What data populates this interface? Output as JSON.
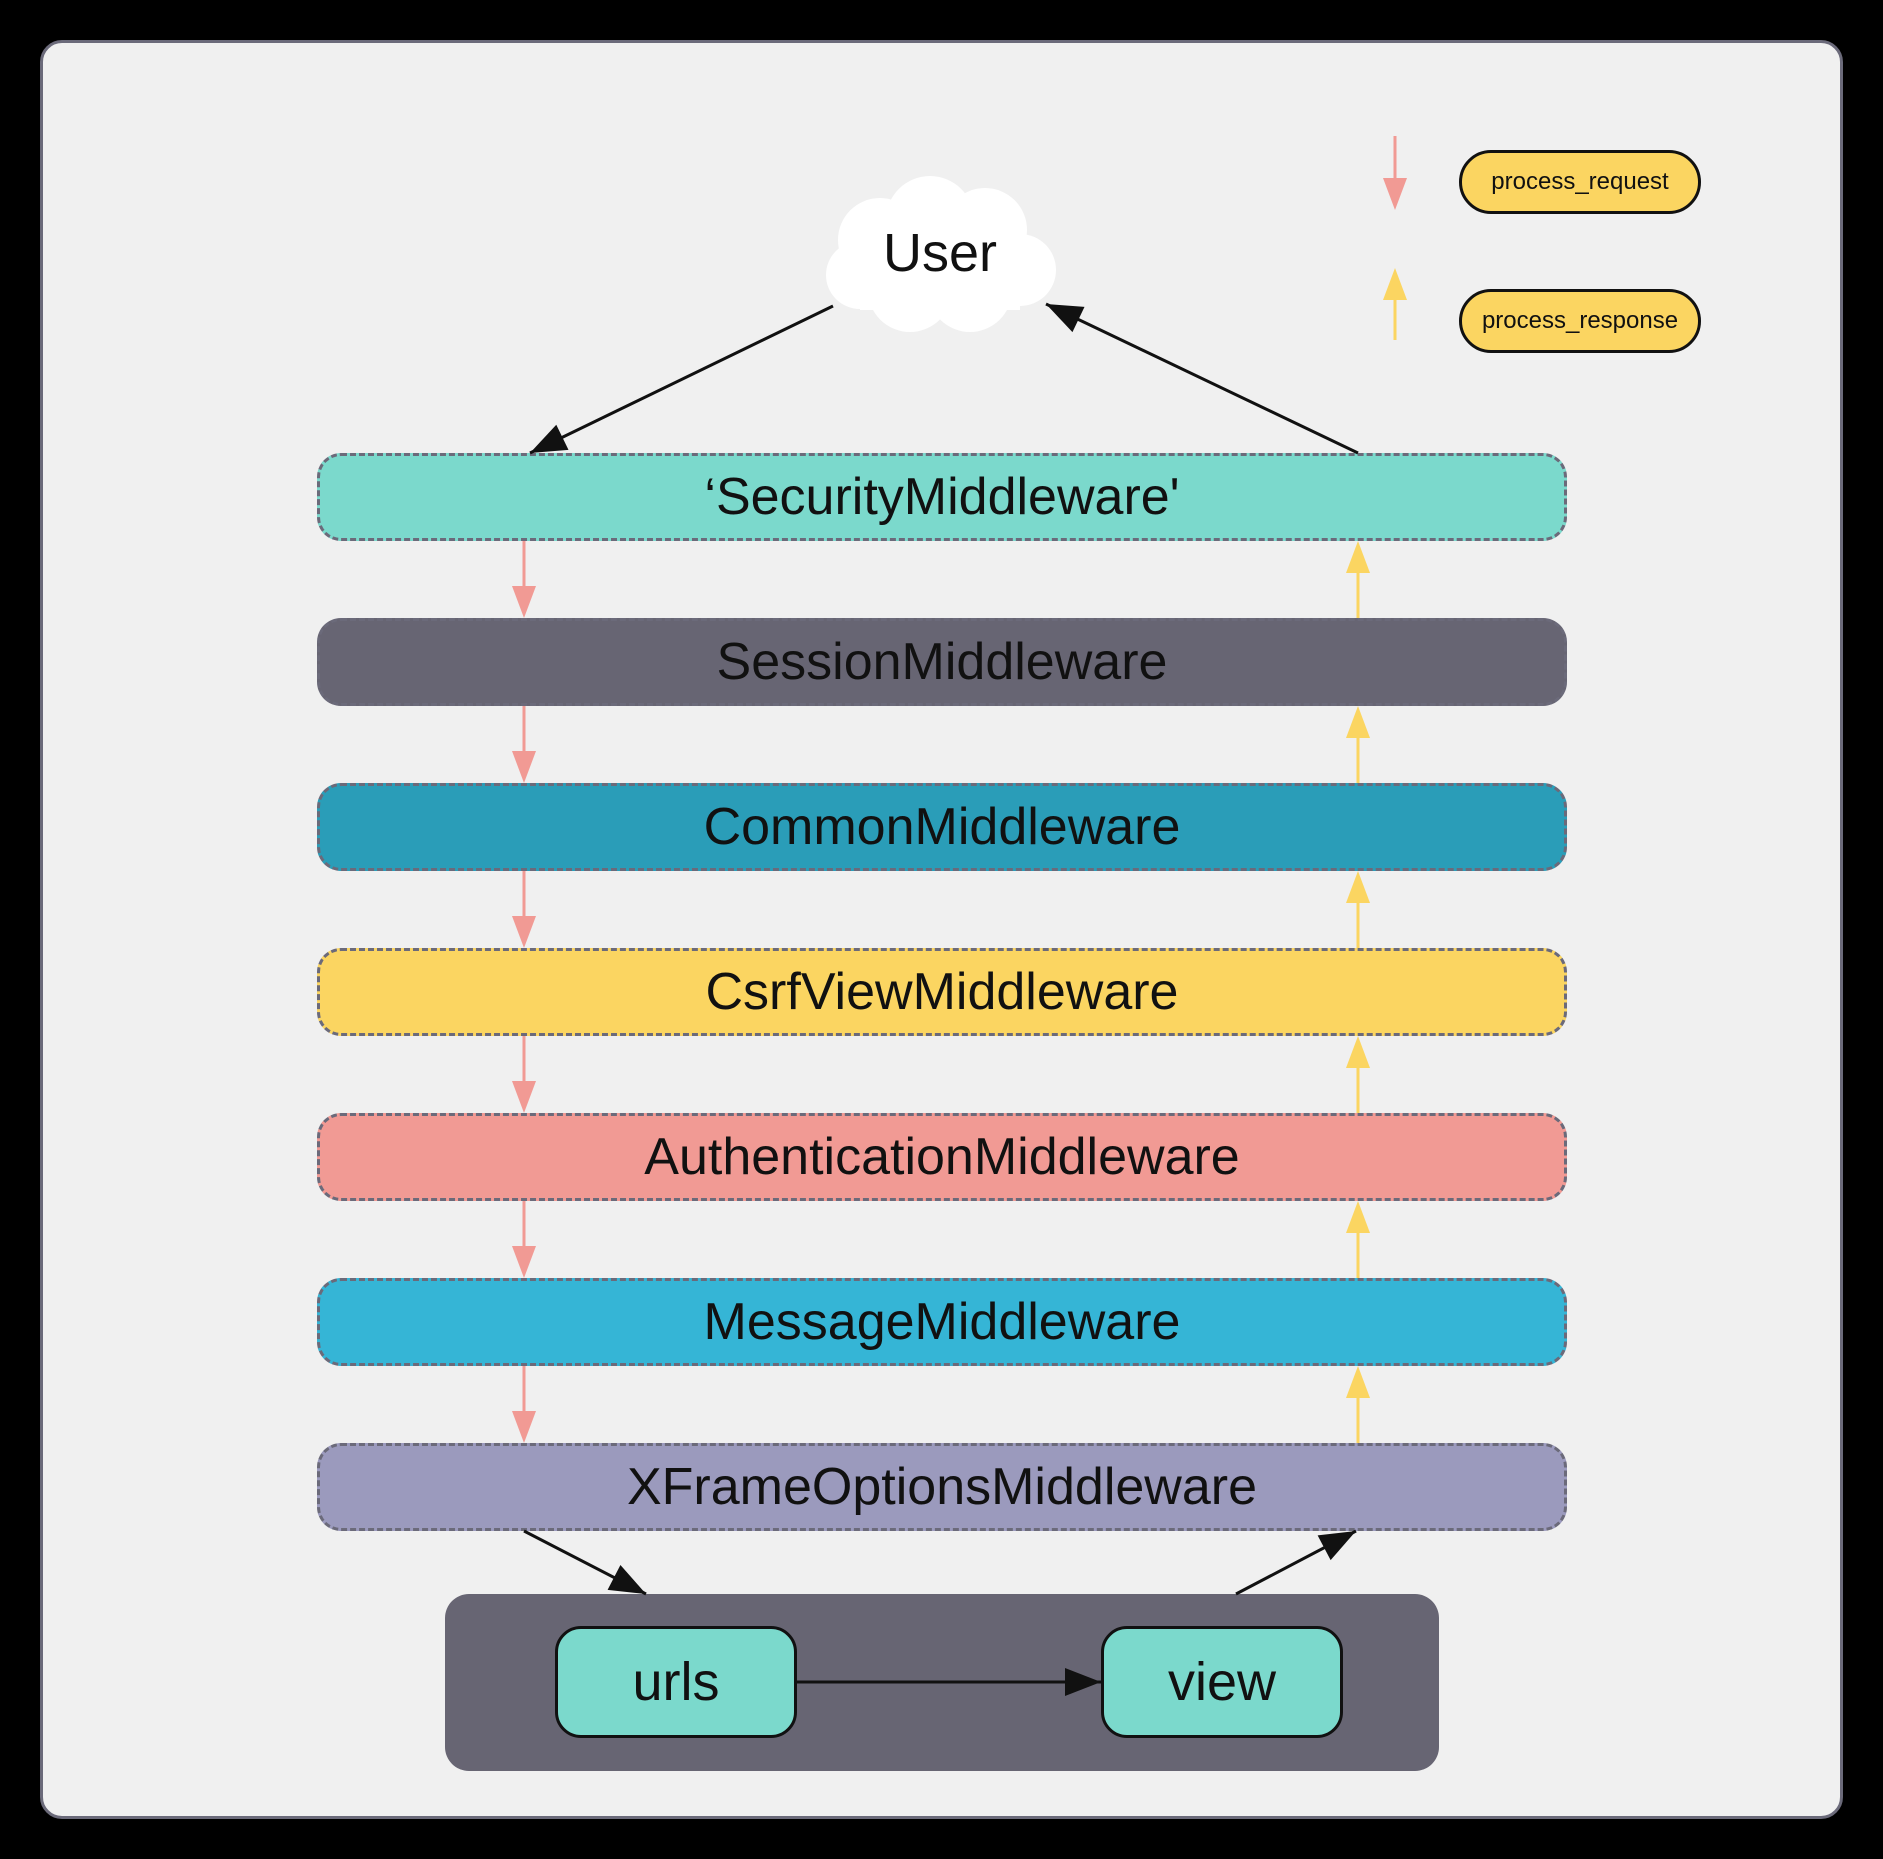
{
  "user": {
    "label": "User"
  },
  "legend": [
    {
      "label": "process_request",
      "arrow_color": "#f19a94"
    },
    {
      "label": "process_response",
      "arrow_color": "#fbd561"
    }
  ],
  "middleware": [
    {
      "label": "‘SecurityMiddleware'",
      "color": "#7bd9cc"
    },
    {
      "label": "SessionMiddleware",
      "color": "#676573"
    },
    {
      "label": "CommonMiddleware",
      "color": "#2a9db8"
    },
    {
      "label": "CsrfViewMiddleware",
      "color": "#fbd561"
    },
    {
      "label": "AuthenticationMiddleware",
      "color": "#f19a94"
    },
    {
      "label": "MessageMiddleware",
      "color": "#35b5d6"
    },
    {
      "label": "XFrameOptionsMiddleware",
      "color": "#9b9abd"
    }
  ],
  "router": {
    "urls": "urls",
    "view": "view"
  },
  "colors": {
    "request_arrow": "#f19a94",
    "response_arrow": "#fbd561",
    "flow_arrow": "#111111",
    "router_box": "#676573",
    "node_fill": "#7bd9cc"
  }
}
